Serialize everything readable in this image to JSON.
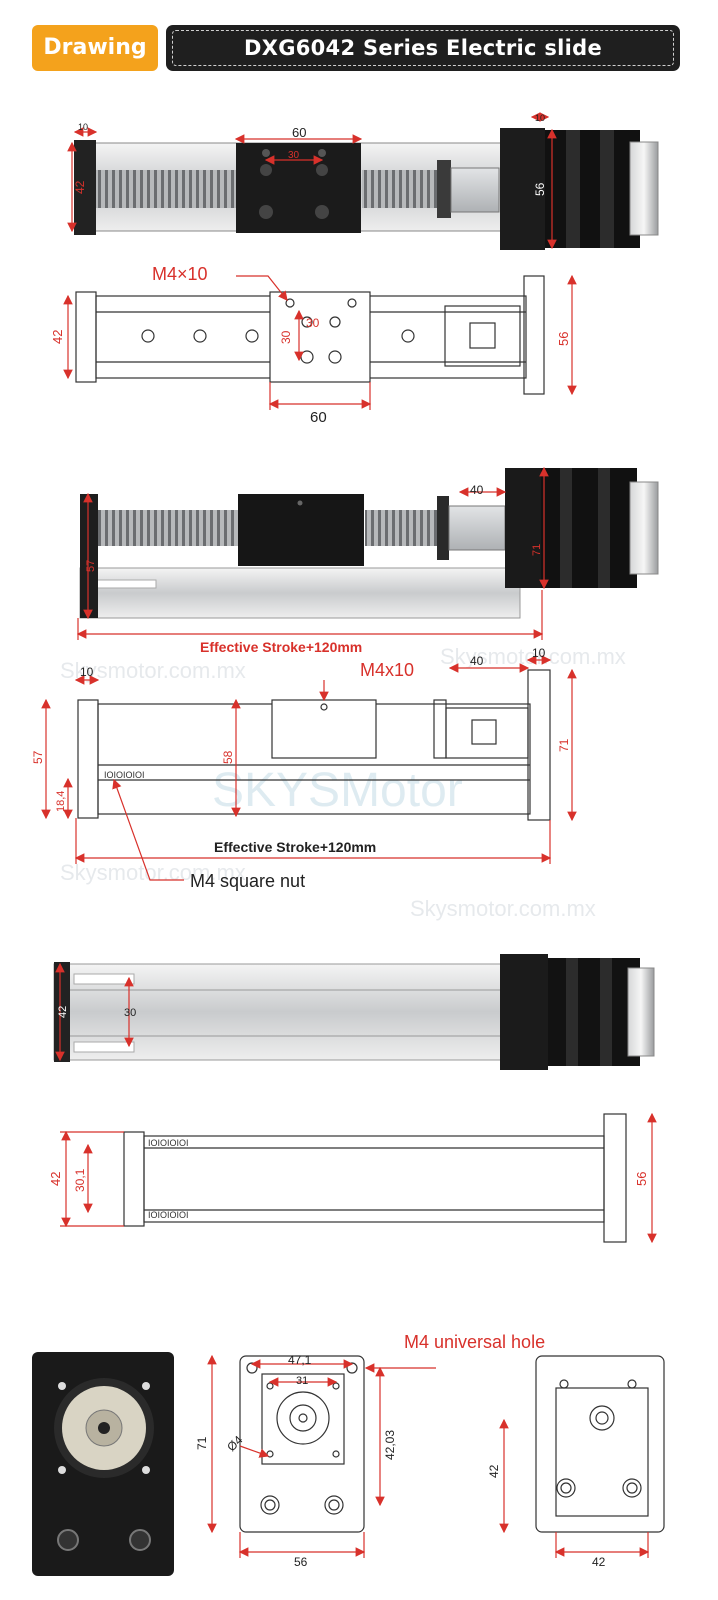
{
  "header": {
    "tag": "Drawing",
    "title": "DXG6042 Series Electric slide"
  },
  "view1": {
    "d_end": "10",
    "d_carriage": "60",
    "d_holes": "30",
    "d_height": "42",
    "d_motor_top": "10",
    "d_motor": "56"
  },
  "view2": {
    "callout": "M4×10",
    "d_height": "42",
    "d_holes_v": "30",
    "d_holes_h": "30",
    "d_width": "60",
    "d_motor": "56"
  },
  "view3": {
    "d_coupler": "40",
    "d_left": "57",
    "d_motor": "71",
    "stroke": "Effective Stroke+120mm"
  },
  "view4": {
    "d_end": "10",
    "callout": "M4x10",
    "d_coupler": "40",
    "d_motor_end": "10",
    "d_height": "57",
    "d_carriage": "58",
    "d_motor": "71",
    "d_slot": "18,4",
    "stroke": "Effective Stroke+120mm",
    "nut": "M4 square nut"
  },
  "view5": {
    "d_height": "42",
    "d_holes": "30"
  },
  "view6": {
    "d_outer": "42",
    "d_slot": "30,1",
    "d_motor": "56"
  },
  "view7": {
    "universal": "M4 universal hole",
    "d_holes_top": "47,1",
    "d_holes_small": "31",
    "d_hole": "Ø4",
    "d_height": "71",
    "d_holes_v": "42,03",
    "d_width": "56",
    "d_right_v": "42",
    "d_right_h": "42"
  },
  "watermarks": [
    "Skysmotor.com.mx",
    "Skysmotor.com.mx",
    "SKYSMotor",
    "Skysmotor.com.mx",
    "Skysmotor.com.mx"
  ]
}
